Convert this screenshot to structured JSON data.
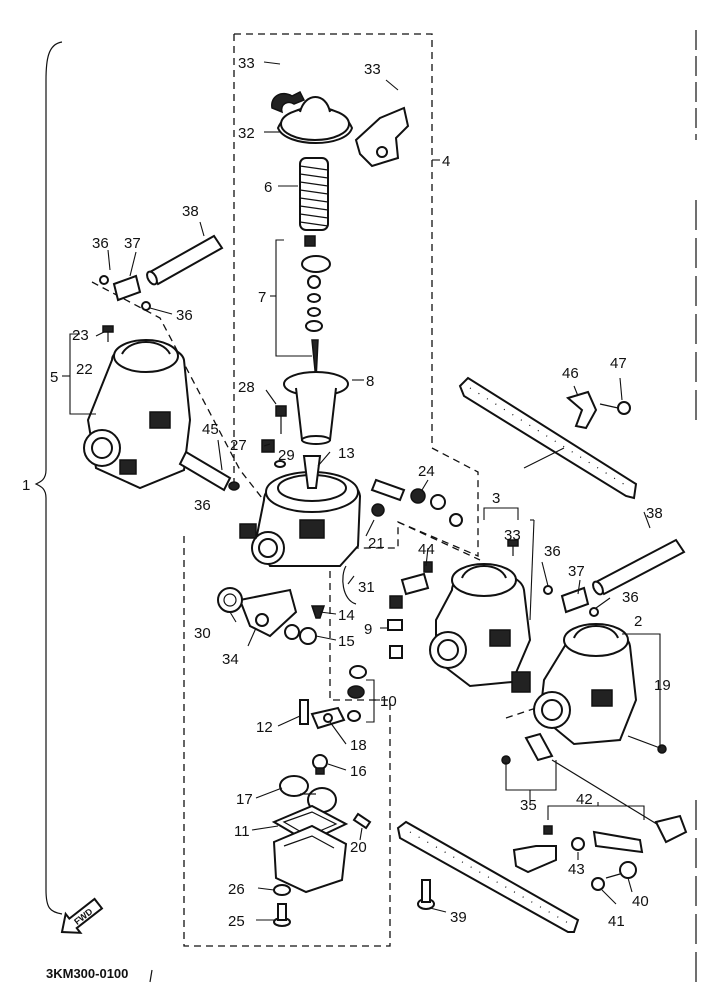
{
  "diagram": {
    "drawing_code": "3KM300-0100",
    "forward_marker": "FWD",
    "callouts": [
      "1",
      "2",
      "3",
      "4",
      "5",
      "6",
      "7",
      "8",
      "9",
      "10",
      "11",
      "12",
      "13",
      "14",
      "15",
      "16",
      "17",
      "18",
      "19",
      "20",
      "21",
      "22",
      "23",
      "24",
      "25",
      "26",
      "27",
      "28",
      "29",
      "30",
      "31",
      "32",
      "33",
      "34",
      "35",
      "36",
      "37",
      "38",
      "39",
      "40",
      "41",
      "42",
      "43",
      "44",
      "45",
      "46",
      "47"
    ]
  }
}
